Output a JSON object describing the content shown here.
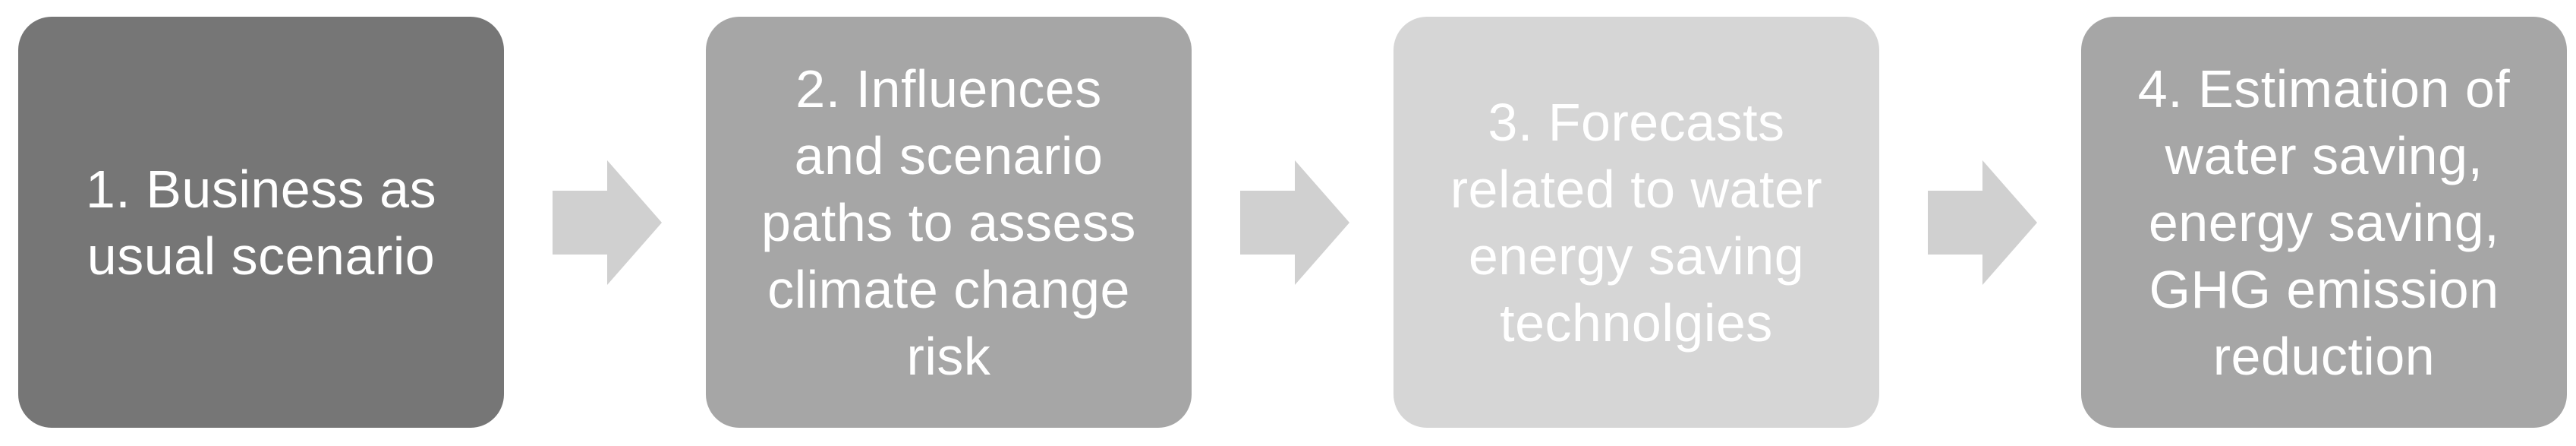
{
  "steps": [
    {
      "label": "1. Business as\nusual scenario",
      "color": "#767676"
    },
    {
      "label": "2. Influences\nand scenario\npaths to assess\nclimate change\nrisk",
      "color": "#a6a6a6"
    },
    {
      "label": "3. Forecasts\nrelated to water\nenergy saving\ntechnolgies",
      "color": "#d6d6d6"
    },
    {
      "label": "4. Estimation of\nwater saving,\nenergy saving,\nGHG emission\nreduction",
      "color": "#a6a6a6"
    }
  ],
  "arrow_color": "#d0d0d0",
  "arrow_icon": "right-arrow-icon"
}
